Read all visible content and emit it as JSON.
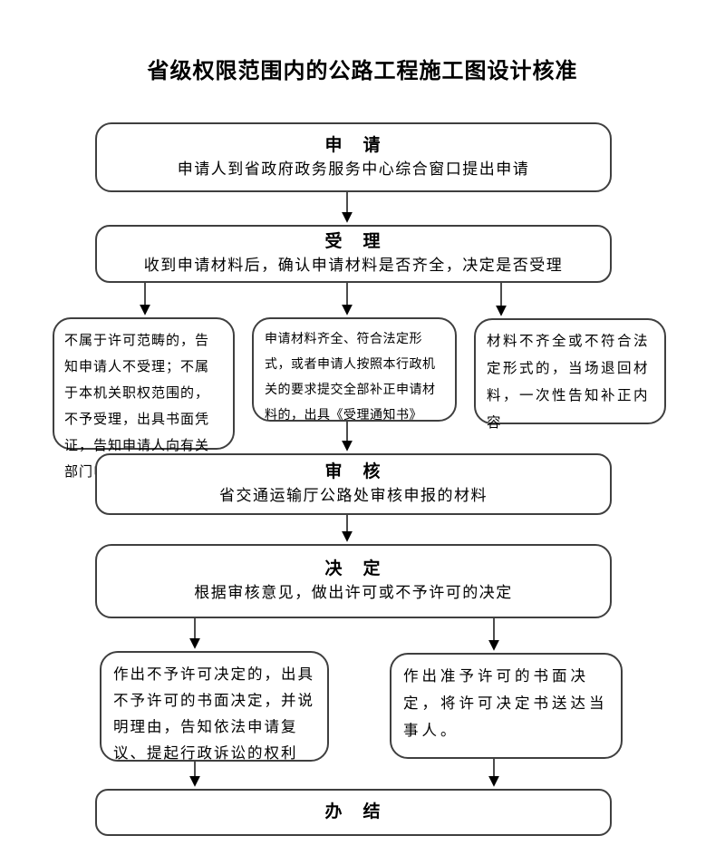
{
  "title": "省级权限范围内的公路工程施工图设计核准",
  "colors": {
    "border": "#3f3f3f",
    "text": "#000000",
    "background": "#ffffff",
    "arrow": "#000000"
  },
  "flowchart": {
    "nodes": {
      "apply": {
        "heading": "申　请",
        "body": "申请人到省政府政务服务中心综合窗口提出申请"
      },
      "accept": {
        "heading": "受　理",
        "body": "收到申请材料后，确认申请材料是否齐全，决定是否受理"
      },
      "branch_reject": {
        "body": "不属于许可范畴的，告知申请人不受理；不属于本机关职权范围的，不予受理，出具书面凭证，告知申请人向有关部门申请"
      },
      "branch_accept": {
        "body": "申请材料齐全、符合法定形式，或者申请人按照本行政机关的要求提交全部补正申请材料的，出具《受理通知书》"
      },
      "branch_return": {
        "body": "材料不齐全或不符合法定形式的，当场退回材料，一次性告知补正内容"
      },
      "review": {
        "heading": "审　核",
        "body": "省交通运输厅公路处审核申报的材料"
      },
      "decision": {
        "heading": "决　定",
        "body": "根据审核意见，做出许可或不予许可的决定"
      },
      "deny": {
        "body": "作出不予许可决定的，出具不予许可的书面决定，并说明理由，告知依法申请复议、提起行政诉讼的权利"
      },
      "grant": {
        "body": "作出准予许可的书面决定，将许可决定书送达当事人。"
      },
      "complete": {
        "heading": "办　结"
      }
    }
  }
}
